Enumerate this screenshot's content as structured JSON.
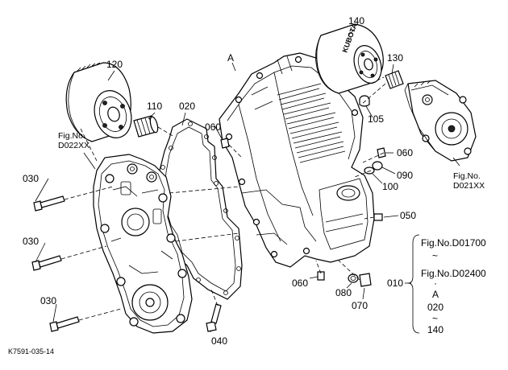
{
  "labels": {
    "p010": "010",
    "p020": "020",
    "p030a": "030",
    "p030b": "030",
    "p030c": "030",
    "p040": "040",
    "p050": "050",
    "p060a": "060",
    "p060b": "060",
    "p060c": "060",
    "p070": "070",
    "p080": "080",
    "p090": "090",
    "p100": "100",
    "p105": "105",
    "p110": "110",
    "p120": "120",
    "p130": "130",
    "p140": "140",
    "mark_a": "A"
  },
  "fig_refs": {
    "left_top": "Fig.No.",
    "left_bottom": "D022XX",
    "right_top": "Fig.No.",
    "right_bottom": "D021XX"
  },
  "brace": {
    "line1": "Fig.No.D01700",
    "tilde1": "~",
    "line2": "Fig.No.D02400",
    "dot": "·",
    "mark": "A",
    "line3": "020",
    "tilde2": "~",
    "line4": "140"
  },
  "footer": "K7591-035-14",
  "filter_brand": "KUBOTA"
}
